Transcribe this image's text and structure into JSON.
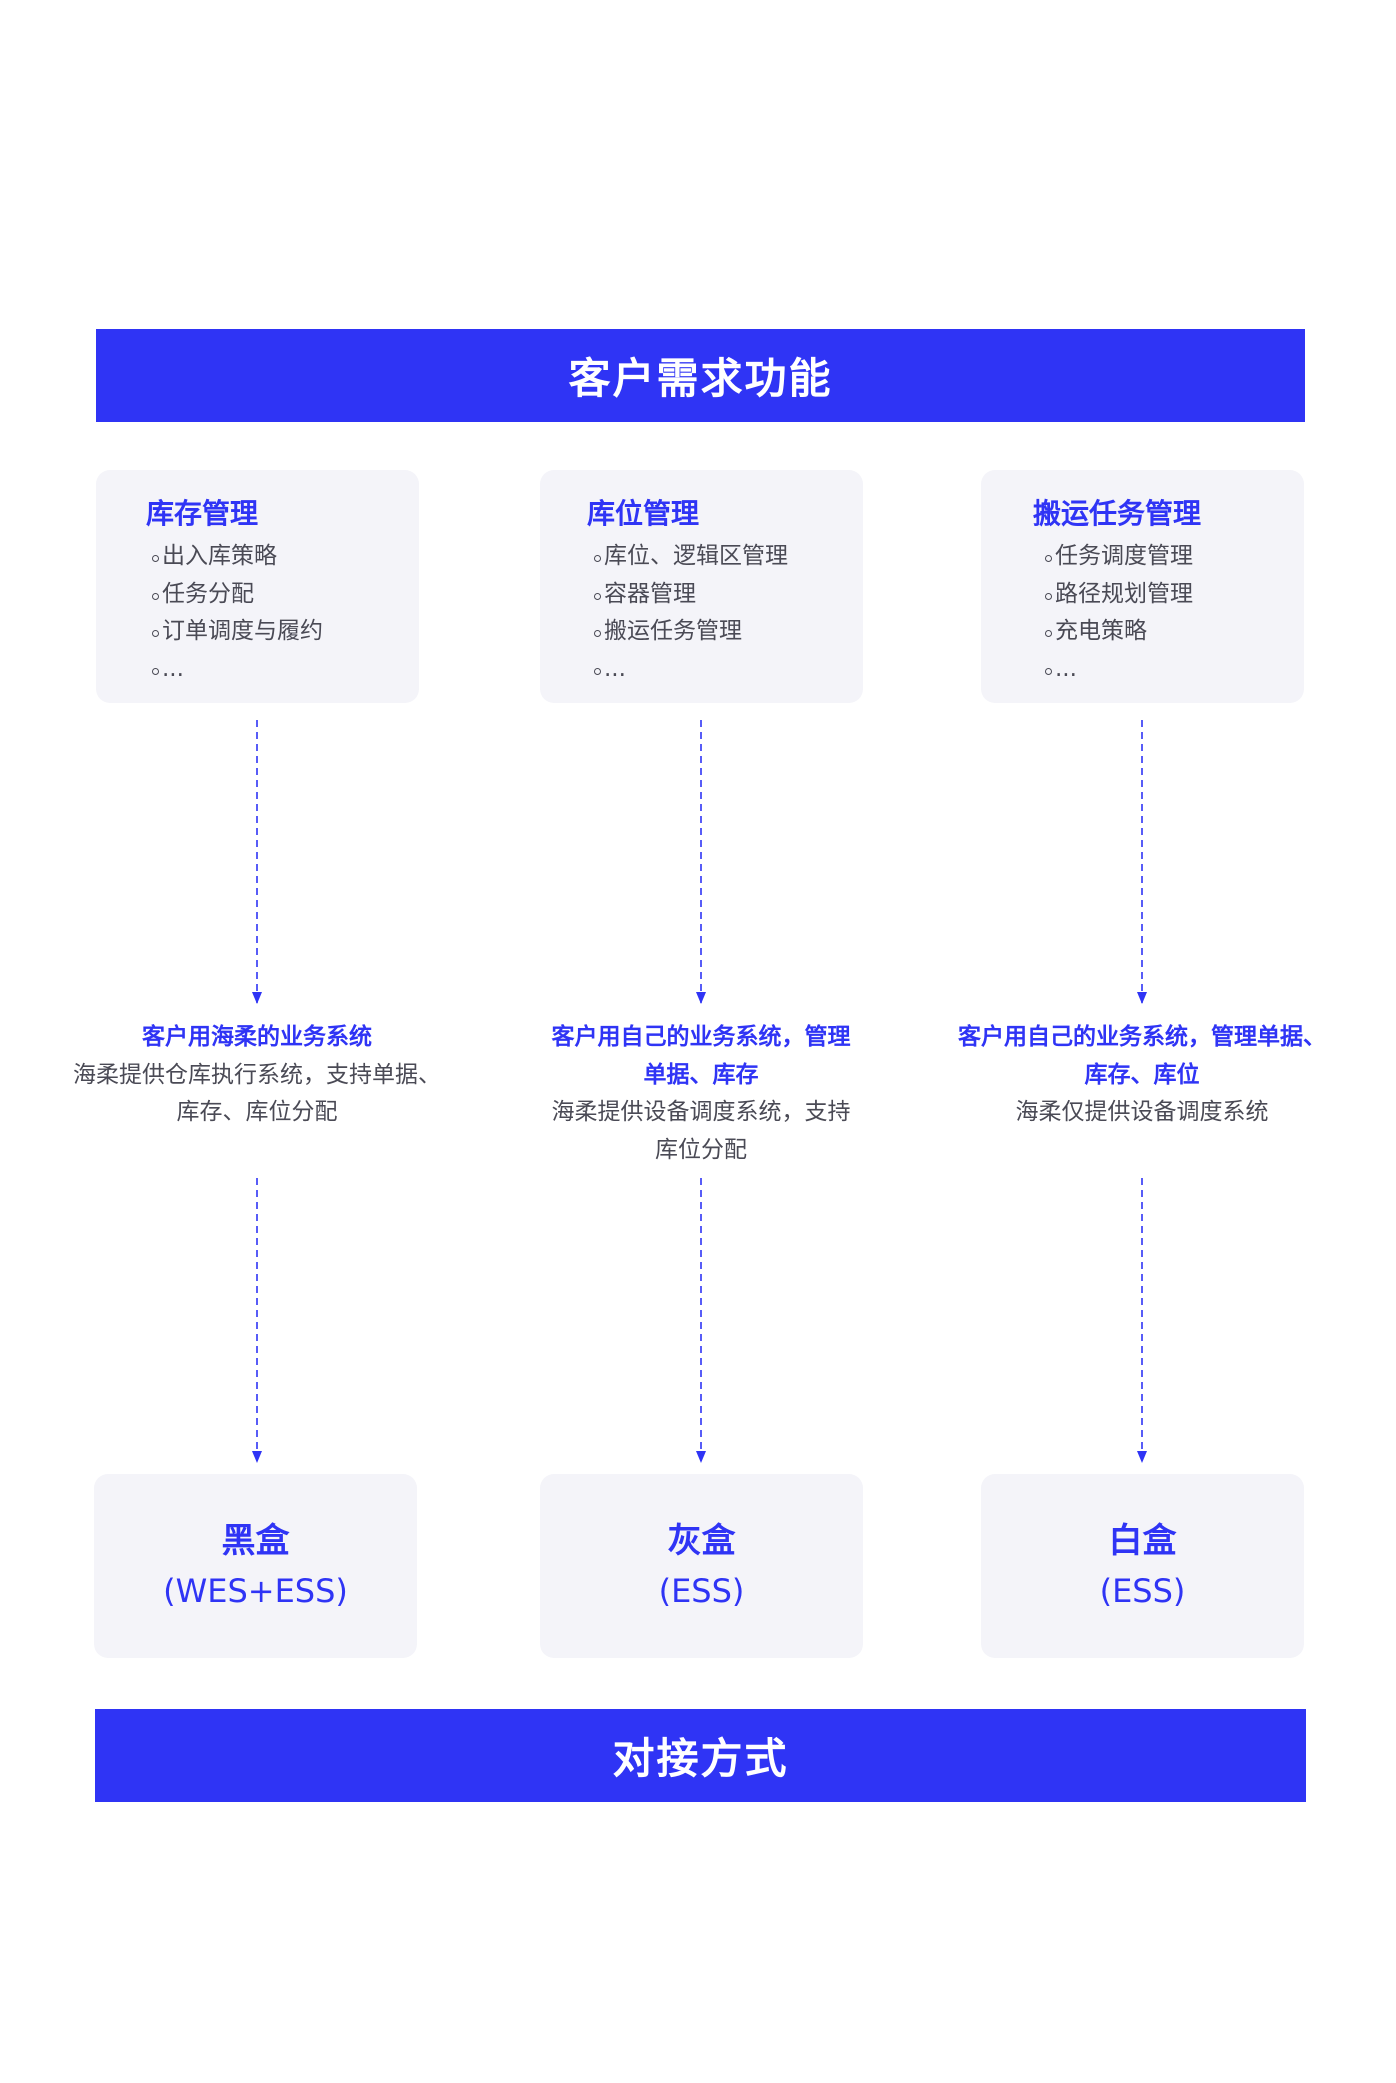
{
  "header": {
    "title": "客户需求功能"
  },
  "footer": {
    "title": "对接方式"
  },
  "cards": [
    {
      "title": "库存管理",
      "items": [
        "出入库策略",
        "任务分配",
        "订单调度与履约",
        "..."
      ]
    },
    {
      "title": "库位管理",
      "items": [
        "库位、逻辑区管理",
        "容器管理",
        "搬运任务管理",
        "..."
      ]
    },
    {
      "title": "搬运任务管理",
      "items": [
        "任务调度管理",
        "路径规划管理",
        "充电策略",
        "..."
      ]
    }
  ],
  "descriptions": [
    {
      "highlight": [
        "客户用海柔的业务系统"
      ],
      "normal": [
        "海柔提供仓库执行系统，支持单据、",
        "库存、库位分配"
      ]
    },
    {
      "highlight": [
        "客户用自己的业务系统，管理",
        "单据、库存"
      ],
      "normal": [
        "海柔提供设备调度系统，支持",
        "库位分配"
      ]
    },
    {
      "highlight": [
        "客户用自己的业务系统，管理单据、",
        "库存、库位"
      ],
      "normal": [
        "海柔仅提供设备调度系统"
      ]
    }
  ],
  "modes": [
    {
      "name": "黑盒",
      "sub": "(WES+ESS)"
    },
    {
      "name": "灰盒",
      "sub": "(ESS)"
    },
    {
      "name": "白盒",
      "sub": "(ESS)"
    }
  ],
  "colors": {
    "accent": "#2f34f5",
    "card_bg": "#f4f4f9",
    "text": "#4a4a55"
  }
}
